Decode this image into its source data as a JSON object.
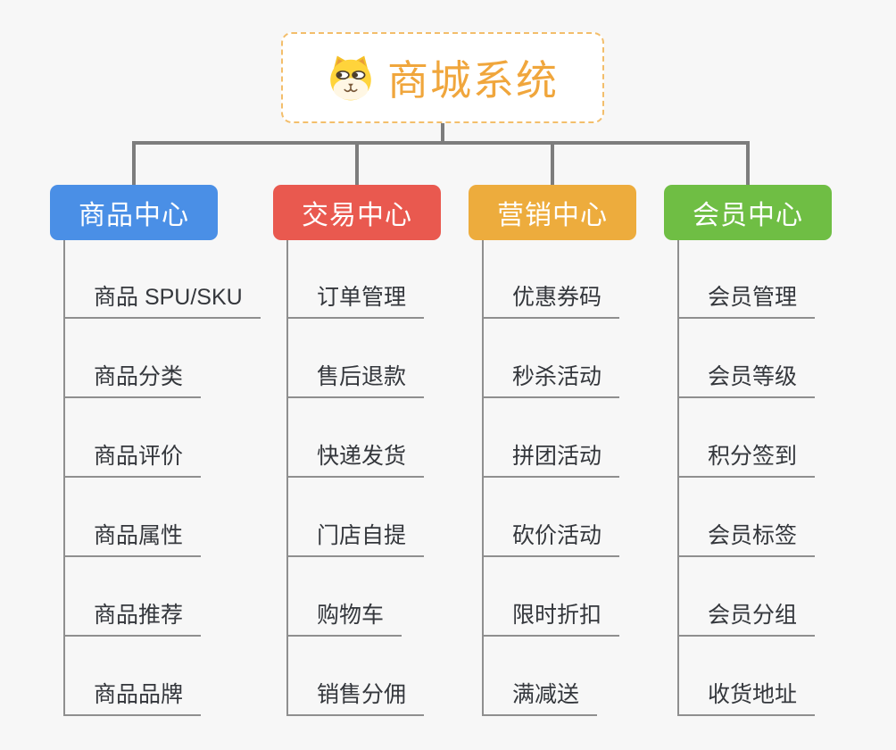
{
  "canvas": {
    "background_color": "#f7f7f7",
    "connector_color": "#7d7d7d",
    "underline_color": "#8f8f8f"
  },
  "root": {
    "title": "商城系统",
    "icon": "dog-face-icon",
    "text_color": "#f0a63c",
    "border_color": "#f3be6b",
    "fill_color": "#ffffff"
  },
  "branches": [
    {
      "label": "商品中心",
      "color": "#4a8fe6",
      "children": [
        "商品 SPU/SKU",
        "商品分类",
        "商品评价",
        "商品属性",
        "商品推荐",
        "商品品牌"
      ]
    },
    {
      "label": "交易中心",
      "color": "#e9594f",
      "children": [
        "订单管理",
        "售后退款",
        "快递发货",
        "门店自提",
        "购物车",
        "销售分佣"
      ]
    },
    {
      "label": "营销中心",
      "color": "#edac3d",
      "children": [
        "优惠券码",
        "秒杀活动",
        "拼团活动",
        "砍价活动",
        "限时折扣",
        "满减送"
      ]
    },
    {
      "label": "会员中心",
      "color": "#6fbe44",
      "children": [
        "会员管理",
        "会员等级",
        "积分签到",
        "会员标签",
        "会员分组",
        "收货地址"
      ]
    }
  ]
}
